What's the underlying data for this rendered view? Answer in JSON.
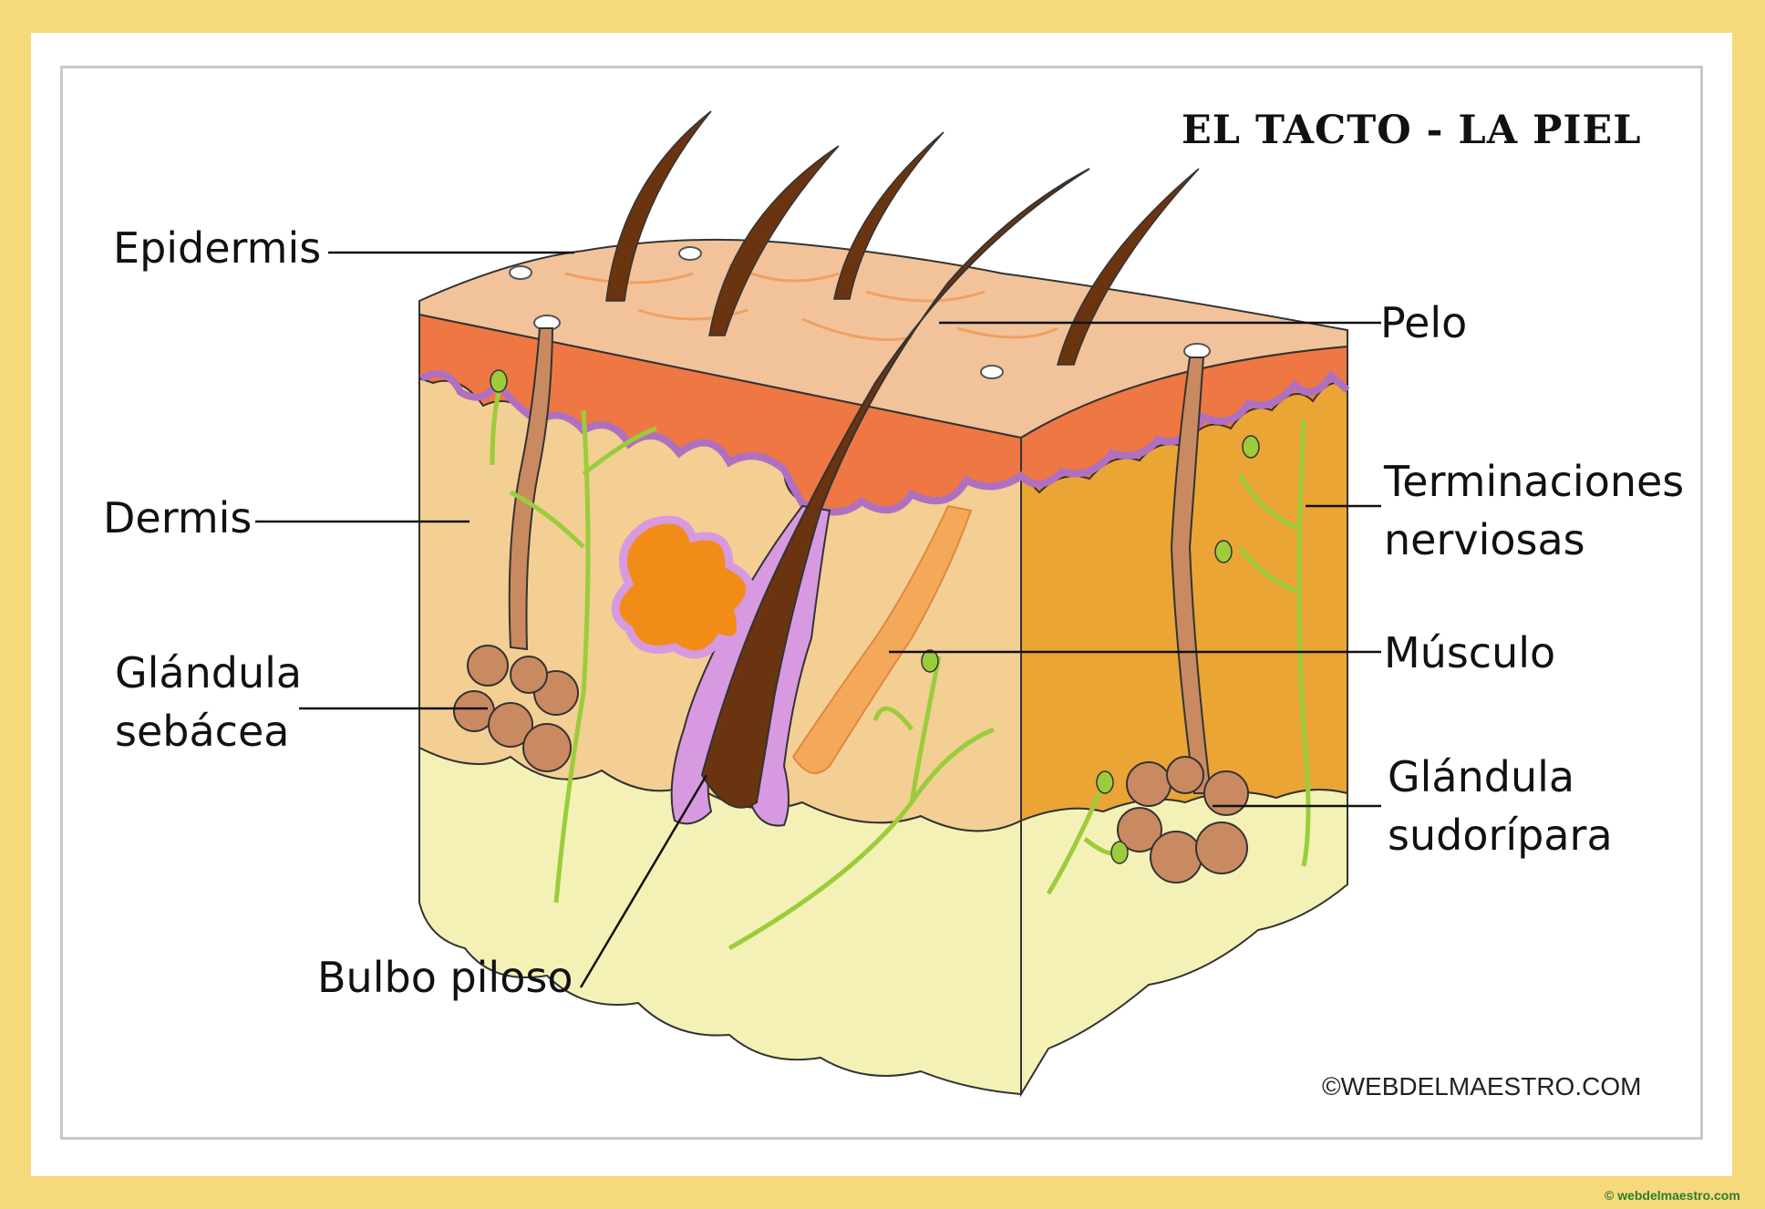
{
  "title": "EL TACTO - LA PIEL",
  "labels": {
    "epidermis": "Epidermis",
    "dermis": "Dermis",
    "sebaceous_1": "Glándula",
    "sebaceous_2": "sebácea",
    "bulb": "Bulbo piloso",
    "hair": "Pelo",
    "nerves_1": "Terminaciones",
    "nerves_2": "nerviosas",
    "muscle": "Músculo",
    "sweat_1": "Glándula",
    "sweat_2": "sudorípara"
  },
  "copyright": "©WEBDELMAESTRO.COM",
  "credit": "© webdelmaestro.com",
  "colors": {
    "page_border": "#f6d97a",
    "epidermis_top": "#f2c39a",
    "epidermis_red": "#ee7744",
    "dermis_front": "#f3cf94",
    "dermis_side": "#eba535",
    "hypodermis": "#f4f1b6",
    "hair": "#6b3410",
    "follicle": "#d79ae0",
    "nerve": "#9ccc3c",
    "gland": "#c98a62",
    "sebaceous_gland": "#f28c18"
  }
}
